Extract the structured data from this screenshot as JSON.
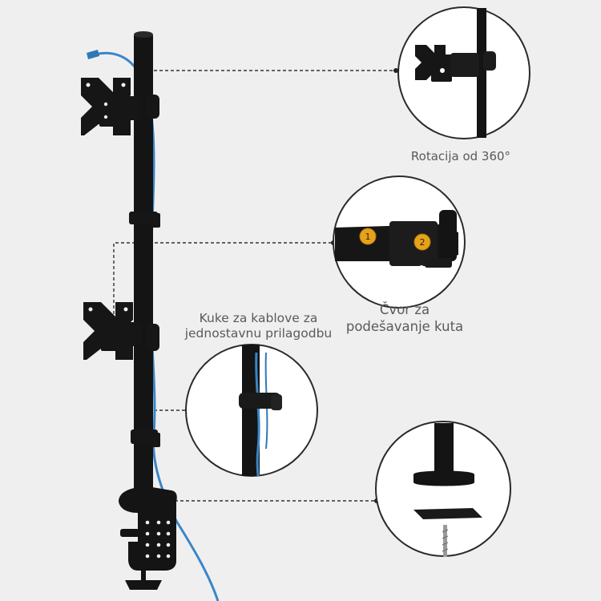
{
  "labels": {
    "rotation": "Rotacija od 360°",
    "cable_hooks": "Kuke za kablove za jednostavnu prilagodbu",
    "knob": "Čvor za podešavanje kuta"
  },
  "badges": [
    "1",
    "2"
  ],
  "colors": {
    "background": "#f0eff0",
    "metal": "#141414",
    "cable": "#3a86c8",
    "circle_fill": "#ffffff",
    "circle_border": "#2a2a2a",
    "dash": "#333333",
    "badge": "#e5a21c",
    "text": "#5a5a5a"
  }
}
